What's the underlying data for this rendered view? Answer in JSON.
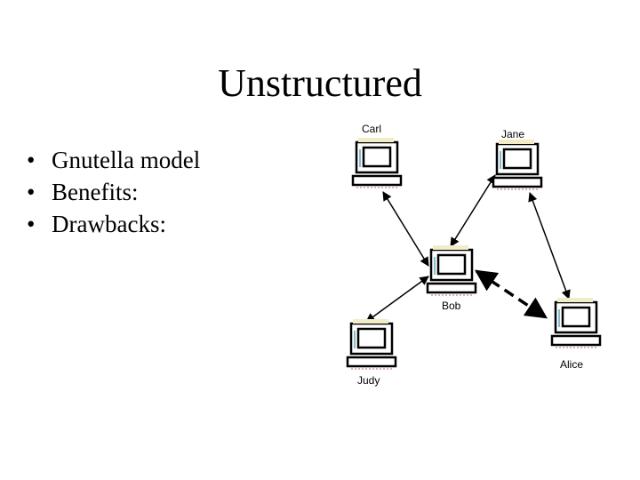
{
  "slide": {
    "title": "Unstructured",
    "bullets": [
      "Gnutella model",
      "Benefits:",
      "Drawbacks:"
    ]
  },
  "diagram": {
    "nodes": [
      {
        "id": "carl",
        "label": "Carl"
      },
      {
        "id": "jane",
        "label": "Jane"
      },
      {
        "id": "bob",
        "label": "Bob"
      },
      {
        "id": "alice",
        "label": "Alice"
      },
      {
        "id": "judy",
        "label": "Judy"
      }
    ],
    "edges": [
      {
        "from": "carl",
        "to": "bob",
        "style": "solid",
        "arrows": "both"
      },
      {
        "from": "jane",
        "to": "bob",
        "style": "solid",
        "arrows": "both"
      },
      {
        "from": "jane",
        "to": "alice",
        "style": "solid",
        "arrows": "both"
      },
      {
        "from": "bob",
        "to": "judy",
        "style": "solid",
        "arrows": "both"
      },
      {
        "from": "bob",
        "to": "alice",
        "style": "dashed",
        "arrows": "both"
      }
    ]
  }
}
